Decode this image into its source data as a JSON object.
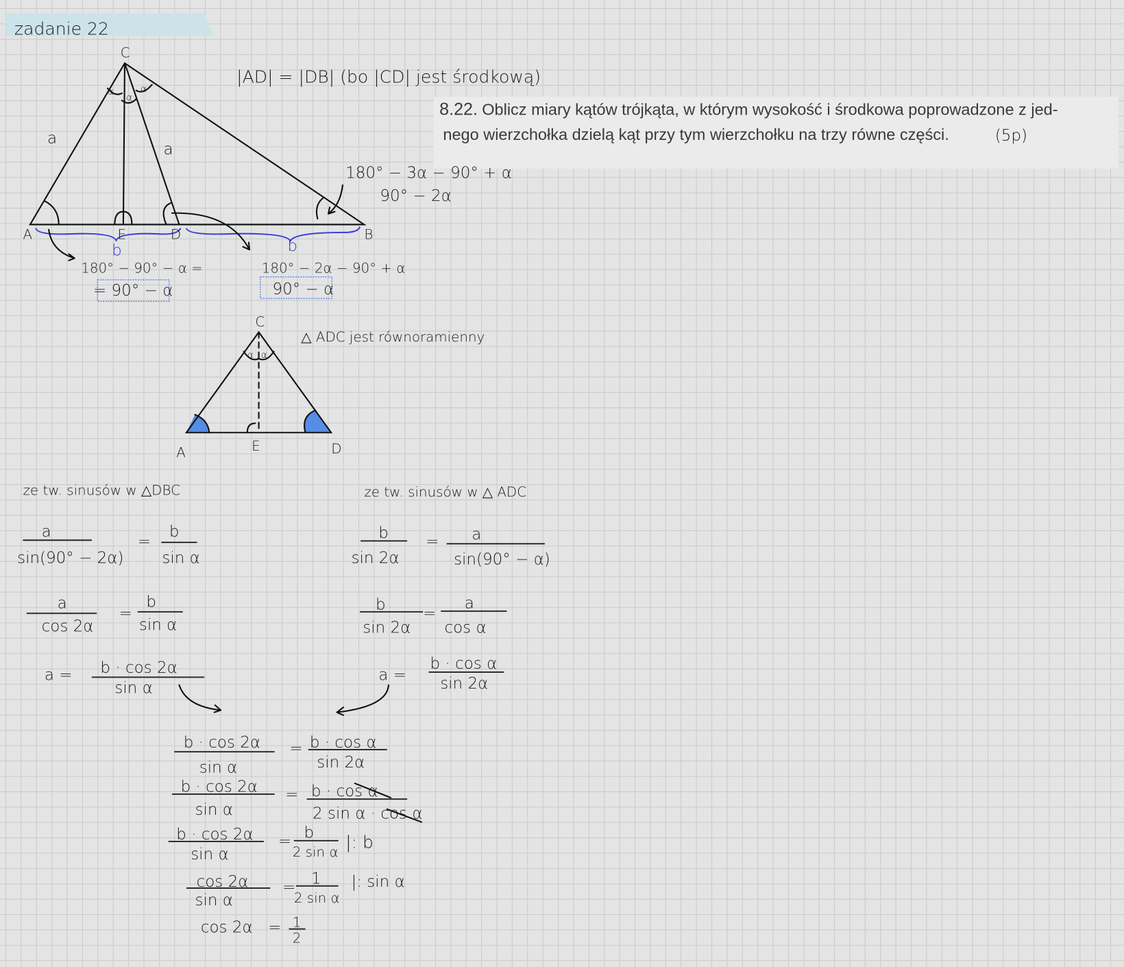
{
  "title": "zadanie 22",
  "problem": {
    "number": "8.22.",
    "line1": "Oblicz miary kątów trójkąta, w którym wysokość i środkowa poprowadzone z jed-",
    "line2": "nego wierzchołka dzielą kąt przy tym wierzchołku na trzy równe części.",
    "points": "(5p)"
  },
  "colors": {
    "highlight": "#cde3ea",
    "brace": "#3b3bd0",
    "shade": "#3f7ee6"
  },
  "triangle1": {
    "vertices": {
      "A": "A",
      "B": "B",
      "C": "C",
      "D": "D",
      "E": "E"
    },
    "side_a": "a",
    "alpha": "α",
    "segment_b": "b",
    "note": "|AD| = |DB|  (bo |CD| jest środkową)",
    "angle_B_line1": "180° − 3α − 90° + α",
    "angle_B_line2": "90° − 2α",
    "angle_A_line1": "180° − 90° − α =",
    "angle_A_result": "= 90° − α",
    "angle_D_line1": "180° − 2α − 90° + α",
    "angle_D_result": "90° − α"
  },
  "triangle2": {
    "vertices": {
      "A": "A",
      "C": "C",
      "D": "D",
      "E": "E"
    },
    "alpha": "α",
    "note": "△ ADC jest równoramienny"
  },
  "left": {
    "heading": "ze tw. sinusów w △DBC",
    "eq1": {
      "n1": "a",
      "d1": "sin(90° − 2α)",
      "n2": "b",
      "d2": "sin α"
    },
    "eq2": {
      "n1": "a",
      "d1": "cos 2α",
      "n2": "b",
      "d2": "sin α"
    },
    "eq3": {
      "lhs": "a =",
      "n": "b · cos 2α",
      "d": "sin α"
    }
  },
  "right": {
    "heading": "ze tw. sinusów w △ ADC",
    "eq1": {
      "n1": "b",
      "d1": "sin 2α",
      "n2": "a",
      "d2": "sin(90° − α)"
    },
    "eq2": {
      "n1": "b",
      "d1": "sin 2α",
      "n2": "a",
      "d2": "cos α"
    },
    "eq3": {
      "lhs": "a =",
      "n": "b · cos α",
      "d": "sin 2α"
    }
  },
  "chain": {
    "r1": {
      "n1": "b · cos 2α",
      "d1": "sin α",
      "n2": "b · cos α",
      "d2": "sin 2α"
    },
    "r2": {
      "n1": "b · cos 2α",
      "d1": "sin α",
      "n2": "b · cos α",
      "d2": "2 sin α · cos α"
    },
    "r3": {
      "n1": "b · cos 2α",
      "d1": "sin α",
      "n2": "b",
      "d2": "2 sin α",
      "op": "|: b"
    },
    "r4": {
      "n1": "cos 2α",
      "d1": "sin α",
      "n2": "1",
      "d2": "2 sin α",
      "op": "|: sin α"
    },
    "r5": {
      "lhs": "cos 2α",
      "n": "1",
      "d": "2"
    },
    "eq": "="
  }
}
